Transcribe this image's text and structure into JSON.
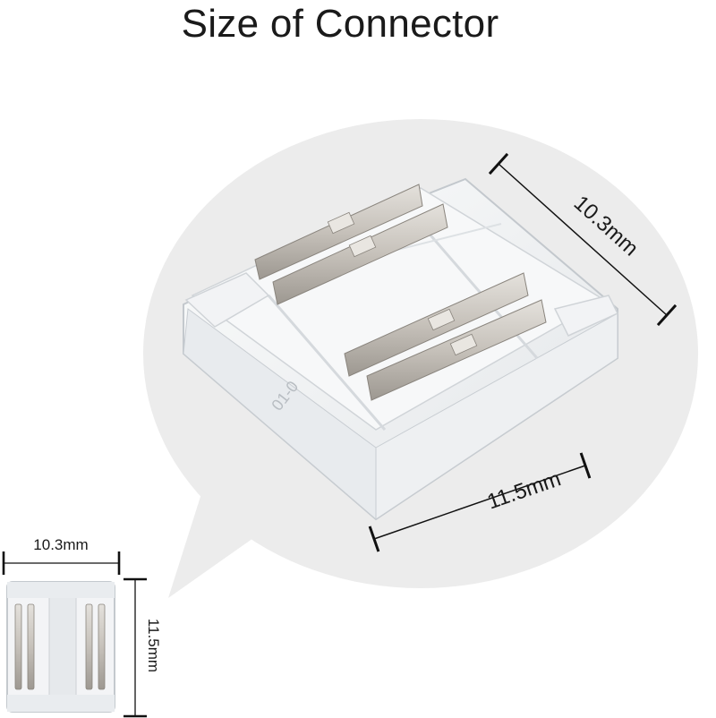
{
  "title": "Size of Connector",
  "dimensions": {
    "depth": "10.3mm",
    "width": "11.5mm",
    "small_width": "10.3mm",
    "small_height": "11.5mm"
  },
  "part_marking": "01-0",
  "colors": {
    "bubble": "#ececec",
    "plastic": "#f4f5f6",
    "plastic_edge": "#c7ccd1",
    "metal": "#c9c4bd",
    "metal_dark": "#8f8a84",
    "line": "#111111"
  }
}
